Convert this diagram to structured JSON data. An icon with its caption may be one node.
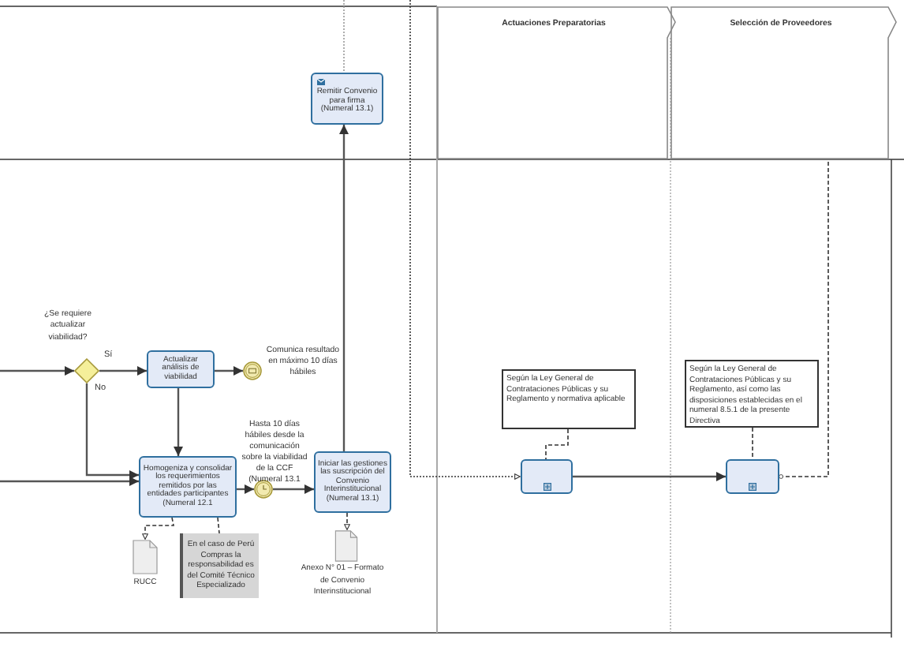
{
  "diagram": {
    "nodes": [
      {
        "text": [
          "Remitir Convenio para firma (Numeral 13.1)"
        ]
      },
      {
        "text": [
          "¿Se requiere actualizar viabilidad?"
        ]
      },
      {
        "text": [
          "Actualizar análisis de viabilidad"
        ]
      },
      {
        "text": [],
        "shape": "circle",
        "beside": [
          "Comunica resultado en máximo 10 días hábiles"
        ]
      },
      {
        "text": [
          "Homogeniza y consolidar los requerimientos remitidos por las entidades participantes (Numeral 12.1"
        ]
      },
      {
        "text": [],
        "shape": "circle",
        "beside": [
          "Hasta 10 días hábiles desde la comunicación sobre la viabilidad de la CCF (Numeral 13.1"
        ]
      },
      {
        "text": [
          "Iniciar las gestiones las suscripción del Convenio Interinstitucional (Numeral 13.1)"
        ]
      },
      {
        "text": [
          "RUCC"
        ]
      },
      {
        "text": [
          "En el caso de Perú Compras la responsabilidad es del Comité Técnico Especializado"
        ]
      },
      {
        "text": [
          "Anexo N° 01 – Formato de Convenio Interinstitucional"
        ]
      },
      {
        "text": [
          "Según la Ley General de Contrataciones Públicas y su Reglamento y normativa aplicable"
        ]
      },
      {
        "text": [],
        "shape": "box"
      },
      {
        "text": [
          "Según la Ley General de Contrataciones Públicas y su Reglamento, así como las disposiciones establecidas en el numeral 8.5.1 de la presente Directiva"
        ]
      },
      {
        "text": [],
        "shape": "box"
      },
      {
        "text": [
          "Actuaciones Preparatorias"
        ]
      },
      {
        "text": [
          "Selección de Proveedores"
        ]
      }
    ],
    "edges": [
      {
        "from": null,
        "to": 1,
        "arrow": "to"
      },
      {
        "from": 1,
        "to": 2,
        "arrow": "to",
        "label": "Sí"
      },
      {
        "from": 1,
        "to": 4,
        "arrow": "to",
        "label": "No"
      },
      {
        "from": 2,
        "to": 3,
        "arrow": "to"
      },
      {
        "from": 2,
        "to": 4,
        "arrow": "to"
      },
      {
        "from": null,
        "to": 4,
        "arrow": "to"
      },
      {
        "from": 4,
        "to": 5,
        "arrow": "to"
      },
      {
        "from": 5,
        "to": 6,
        "arrow": "to"
      },
      {
        "from": 6,
        "to": 0,
        "arrow": "to"
      },
      {
        "from": 4,
        "to": 7,
        "arrow": "to",
        "style": "dashed"
      },
      {
        "from": 4,
        "to": 8,
        "arrow": "none",
        "style": "dashed"
      },
      {
        "from": 6,
        "to": 9,
        "arrow": "to",
        "style": "dashed"
      },
      {
        "from": 10,
        "to": 11,
        "arrow": "none",
        "style": "dashed"
      },
      {
        "from": 12,
        "to": 13,
        "arrow": "none",
        "style": "dashed"
      },
      {
        "from": 11,
        "to": 13,
        "arrow": "to"
      },
      {
        "from": null,
        "to": 11,
        "arrow": "to",
        "style": "dashed"
      },
      {
        "from": 13,
        "to": 15,
        "arrow": "other",
        "style": "dashed"
      }
    ]
  }
}
